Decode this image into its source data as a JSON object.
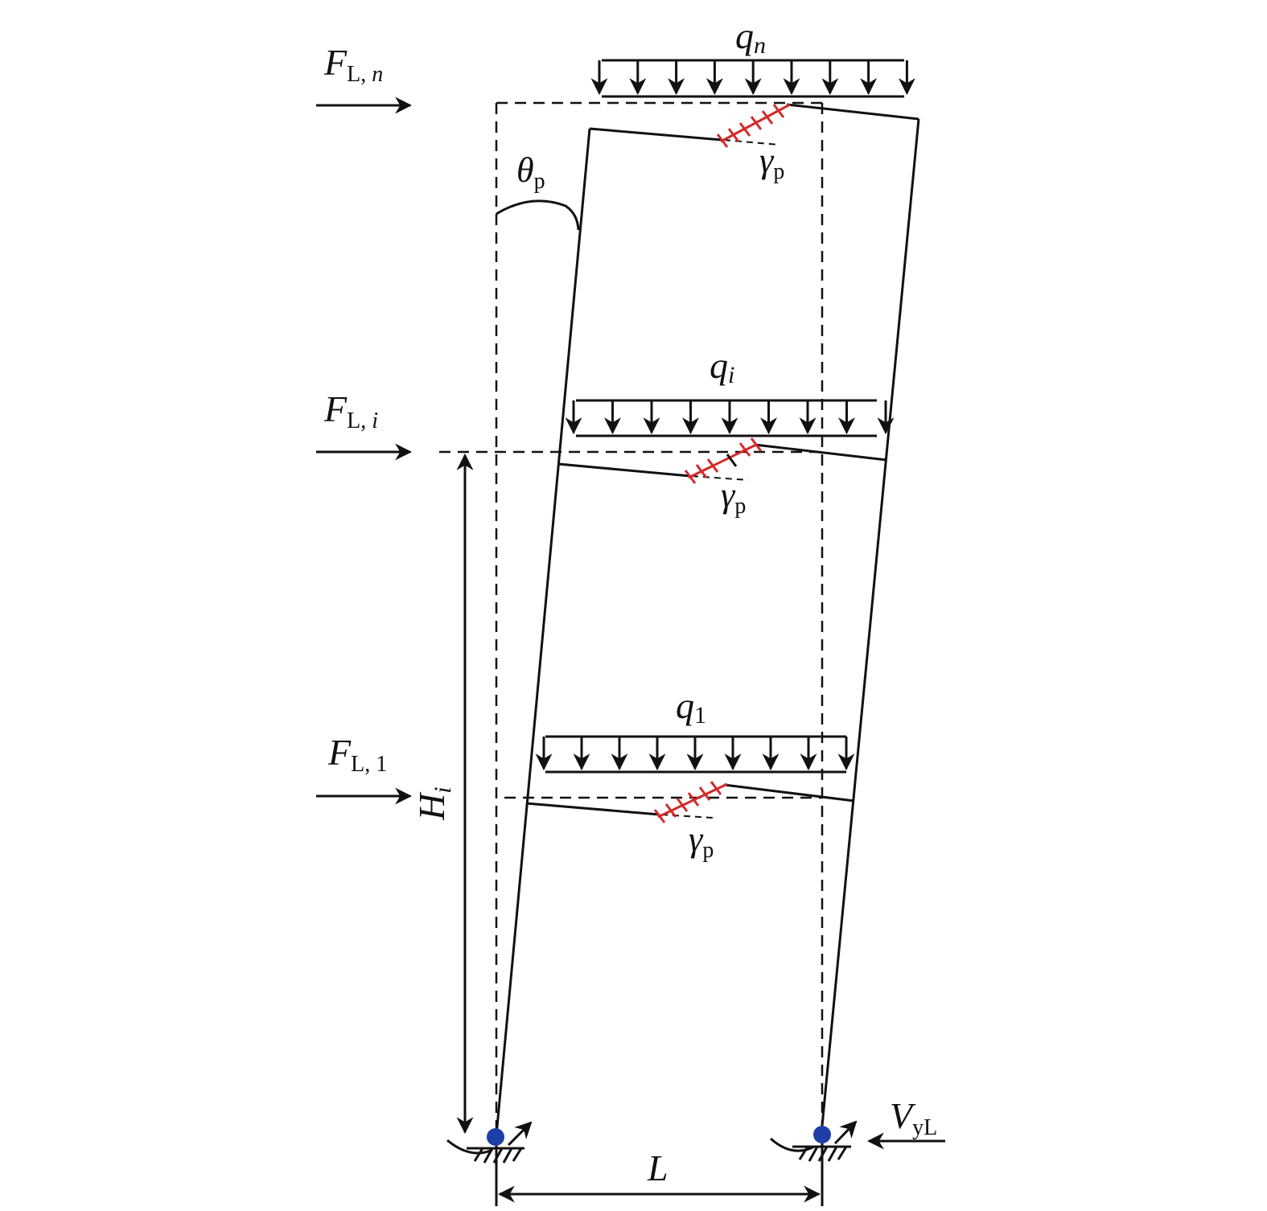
{
  "loads": {
    "top": {
      "q_symbol": "q",
      "q_sub": "n",
      "F_symbol": "F",
      "F_sub_prefix": "L, ",
      "F_sub": "n"
    },
    "middle": {
      "q_symbol": "q",
      "q_sub": "i",
      "F_symbol": "F",
      "F_sub_prefix": "L, ",
      "F_sub": "i"
    },
    "bottom": {
      "q_symbol": "q",
      "q_sub": "1",
      "F_symbol": "F",
      "F_sub_prefix": "L, ",
      "F_sub": "1"
    }
  },
  "labels": {
    "theta_symbol": "θ",
    "theta_sub": "p",
    "gamma_symbol": "γ",
    "gamma_sub": "p",
    "height_symbol": "H",
    "height_sub": "i",
    "span_symbol": "L",
    "reaction_symbol": "V",
    "reaction_sub": "yL"
  },
  "colors": {
    "line": "#111111",
    "hinge": "#d42a2a",
    "support_pin": "#1f3fa8"
  },
  "icons": [
    "left-support-icon",
    "right-support-icon",
    "plastic-hinge-icon",
    "load-arrow-icon"
  ]
}
